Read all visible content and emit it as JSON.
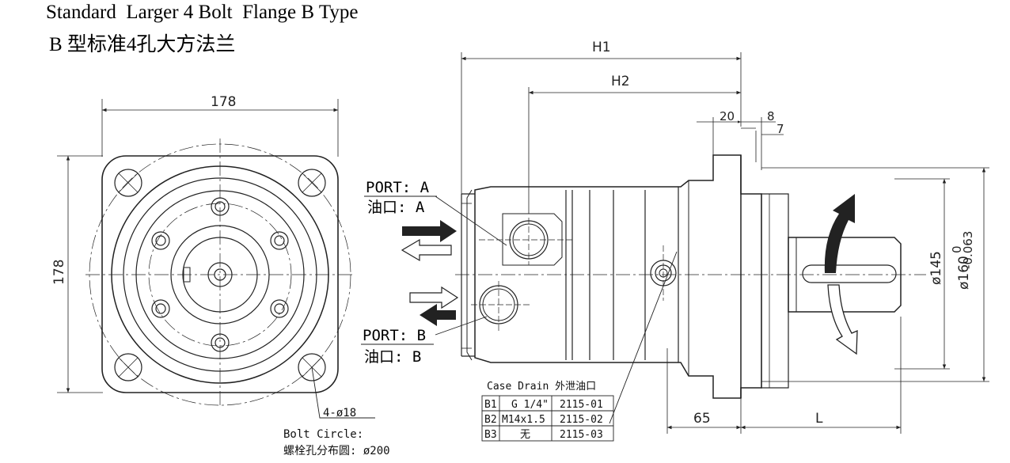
{
  "title": {
    "english": "Standard  Larger 4 Bolt  Flange B Type",
    "chinese": "B 型标准4孔大方法兰"
  },
  "front_view": {
    "width_dim": "178",
    "height_dim": "178",
    "bolt_note": {
      "holes": "4-ø18",
      "circle_en": "Bolt Circle:",
      "circle_cn": "螺栓孔分布圆: ø200"
    }
  },
  "side_view": {
    "h1": "H1",
    "h2": "H2",
    "d20": "20",
    "d8": "8",
    "d7": "7",
    "d65": "65",
    "dL": "L",
    "dia145": "ø145",
    "dia160": "ø160",
    "tol_upper": "0",
    "tol_lower": "-0.063"
  },
  "ports": {
    "a_en": "PORT: A",
    "a_cn": "油口: A",
    "b_en": "PORT: B",
    "b_cn": "油口: B"
  },
  "case_drain": {
    "title": "Case Drain 外泄油口",
    "rows": [
      {
        "id": "B1",
        "thread": "G 1/4\"",
        "part": "2115-01"
      },
      {
        "id": "B2",
        "thread": "M14x1.5",
        "part": "2115-02"
      },
      {
        "id": "B3",
        "thread": "无",
        "part": "2115-03"
      }
    ]
  }
}
